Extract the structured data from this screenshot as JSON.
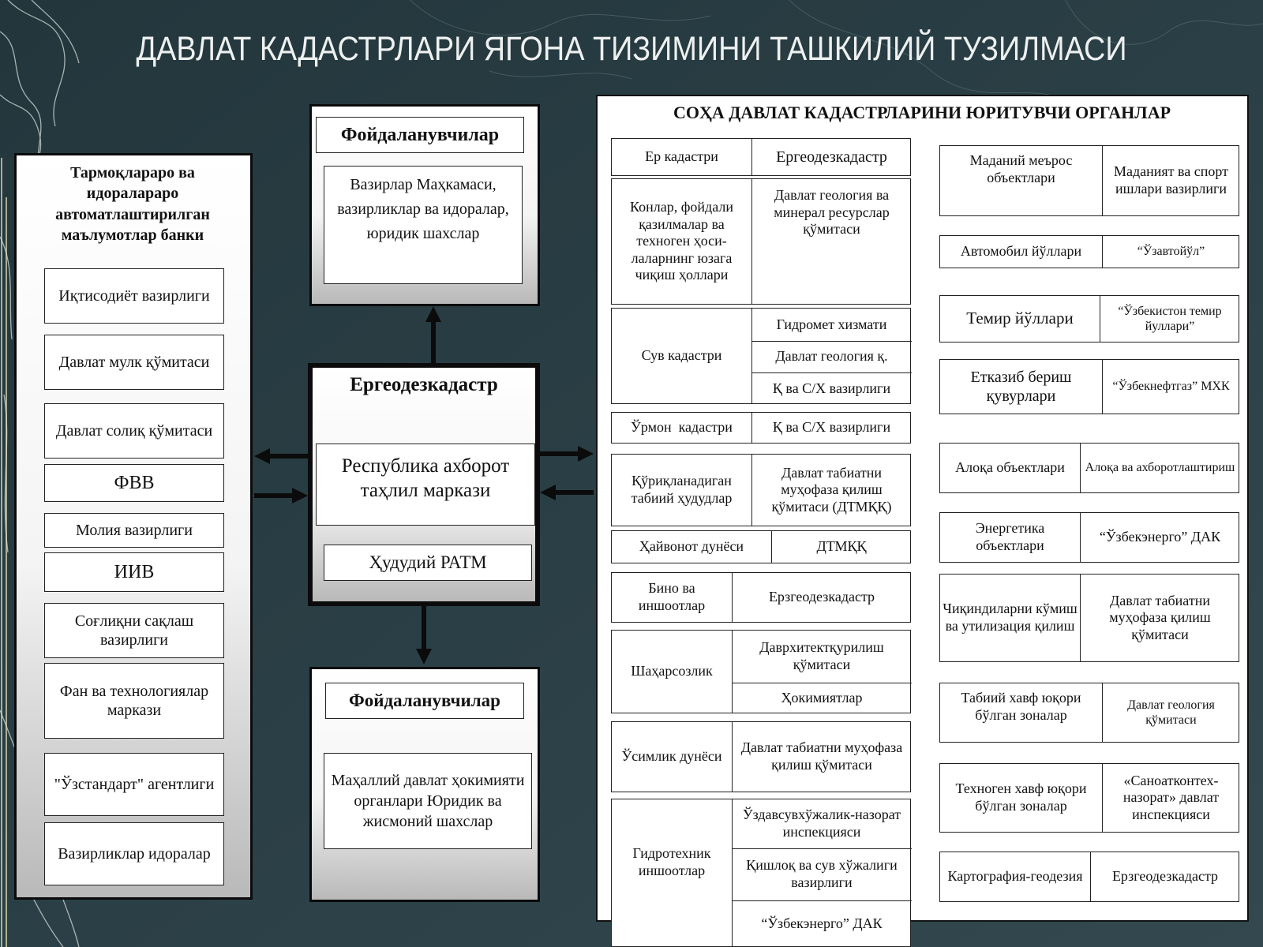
{
  "title": "ДАВЛАТ КАДАСТРЛАРИ ЯГОНА ТИЗИМИНИ ТАШКИЛИЙ ТУЗИЛМАСИ",
  "left_panel": {
    "heading": "Тармоқлараро ва идоралараро автоматлаштирилган маълумотлар банки",
    "items": [
      "Иқтисодиёт вазирлиги",
      "Давлат мулк қўмитаси",
      "Давлат солиқ қўмитаси",
      "ФВВ",
      "Молия вазирлиги",
      "ИИВ",
      "Соғлиқни сақлаш вазирлиги",
      "Фан ва технологиялар маркази",
      "\"Ўзстандарт\" агентлиги",
      "Вазирликлар идоралар"
    ]
  },
  "top_users": {
    "heading": "Фойдаланувчилар",
    "text": "Вазирлар Маҳкамаси, вазирликлар ва идоралар, юридик шахслар"
  },
  "center": {
    "heading": "Ергеодезкадастр",
    "main": "Республика ахборот таҳлил маркази",
    "sub": "Ҳудудий РАТМ"
  },
  "bottom_users": {
    "heading": "Фойдаланувчилар",
    "text": "Маҳаллий давлат ҳокимияти органлари Юридик ва жисмоний шахслар"
  },
  "right_panel": {
    "heading": "СОҲА ДАВЛАТ КАДАСТРЛАРИНИ ЮРИТУВЧИ ОРГАНЛАР",
    "left_col": [
      {
        "label": "Ер кадастри",
        "bodies": [
          "Ергеодезкадастр"
        ]
      },
      {
        "label": "Конлар, фойдали қазилмалар ва техноген ҳоси-лаларнинг юзага чиқиш ҳоллари",
        "bodies": [
          "Давлат геология ва минерал ресурслар қўмитаси"
        ]
      },
      {
        "label": "Сув кадастри",
        "bodies": [
          "Гидромет хизмати",
          "Давлат геология қ.",
          "Қ ва С/Х вазирлиги"
        ]
      },
      {
        "label": "Ўрмон  кадастри",
        "bodies": [
          "Қ ва С/Х вазирлиги"
        ]
      },
      {
        "label": "Қўриқланадиган табиий ҳудудлар",
        "bodies": [
          "Давлат табиатни муҳофаза қилиш қўмитаси (ДТМҚҚ)"
        ]
      },
      {
        "label": "Ҳайвонот дунёси",
        "bodies": [
          "ДТМҚҚ"
        ]
      },
      {
        "label": "Бино ва иншоотлар",
        "bodies": [
          "Ерзгеодезкадастр"
        ]
      },
      {
        "label": "Шаҳарсозлик",
        "bodies": [
          "Даврхитектқурилиш қўмитаси",
          "Ҳокимиятлар"
        ]
      },
      {
        "label": "Ўсимлик дунёси",
        "bodies": [
          "Давлат табиатни муҳофаза қилиш қўмитаси"
        ]
      },
      {
        "label": "Гидротехник иншоотлар",
        "bodies": [
          "Ўздавсувхўжалик-назорат инспекцияси",
          "Қишлоқ ва сув хўжалиги вазирлиги",
          "“Ўзбекэнерго” ДАК"
        ]
      }
    ],
    "right_col": [
      {
        "label": "Маданий меърос объектлари",
        "body": "Маданият ва спорт ишлари вазирлиги"
      },
      {
        "label": "Автомобил йўллари",
        "body": "“Ўзавтойўл”"
      },
      {
        "label": "Темир йўллари",
        "body": "“Ўзбекистон темир йуллари”"
      },
      {
        "label": "Етказиб бериш қувурлари",
        "body": "“Ўзбекнефтгаз” МХК"
      },
      {
        "label": "Алоқа объектлари",
        "body": "Алоқа ва ахборотлаштириш"
      },
      {
        "label": "Энергетика объектлари",
        "body": "“Ўзбекэнерго” ДАК"
      },
      {
        "label": "Чиқиндиларни кўмиш ва утилизация қилиш",
        "body": "Давлат табиатни муҳофаза қилиш қўмитаси"
      },
      {
        "label": "Табиий хавф юқори бўлган зоналар",
        "body": "Давлат геология қўмитаси"
      },
      {
        "label": "Техноген хавф юқори бўлган зоналар",
        "body": "«Саноатконтех-назорат» давлат инспекцияси"
      },
      {
        "label": "Картография-геодезия",
        "body": "Ерзгеодезкадастр"
      }
    ]
  },
  "colors": {
    "background": "#2c4248",
    "title": "#eef0f0",
    "border": "#0b0b0b"
  }
}
